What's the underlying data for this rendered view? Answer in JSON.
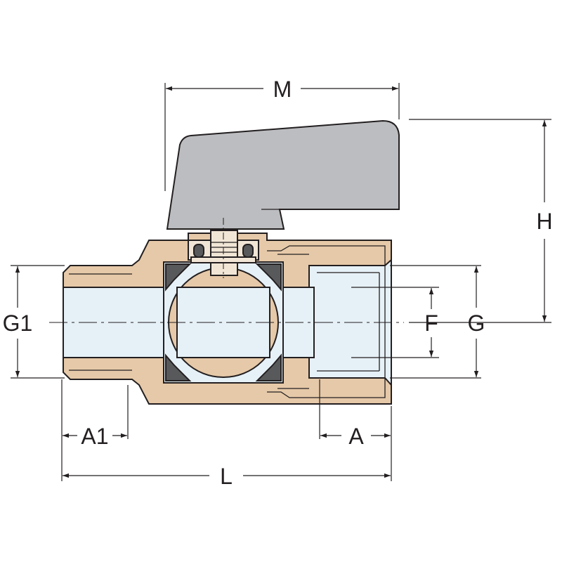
{
  "labels": {
    "M": "M",
    "H": "H",
    "G1": "G1",
    "F": "F",
    "G": "G",
    "A1": "A1",
    "A": "A",
    "L": "L"
  },
  "colors": {
    "body_brass": "#e6c9a8",
    "bore_fill": "#e6f1f7",
    "handle_fill": "#bcbdc0",
    "seal_fill": "#58595b",
    "stem_fill": "#f1e6d6",
    "line": "#231f20"
  }
}
